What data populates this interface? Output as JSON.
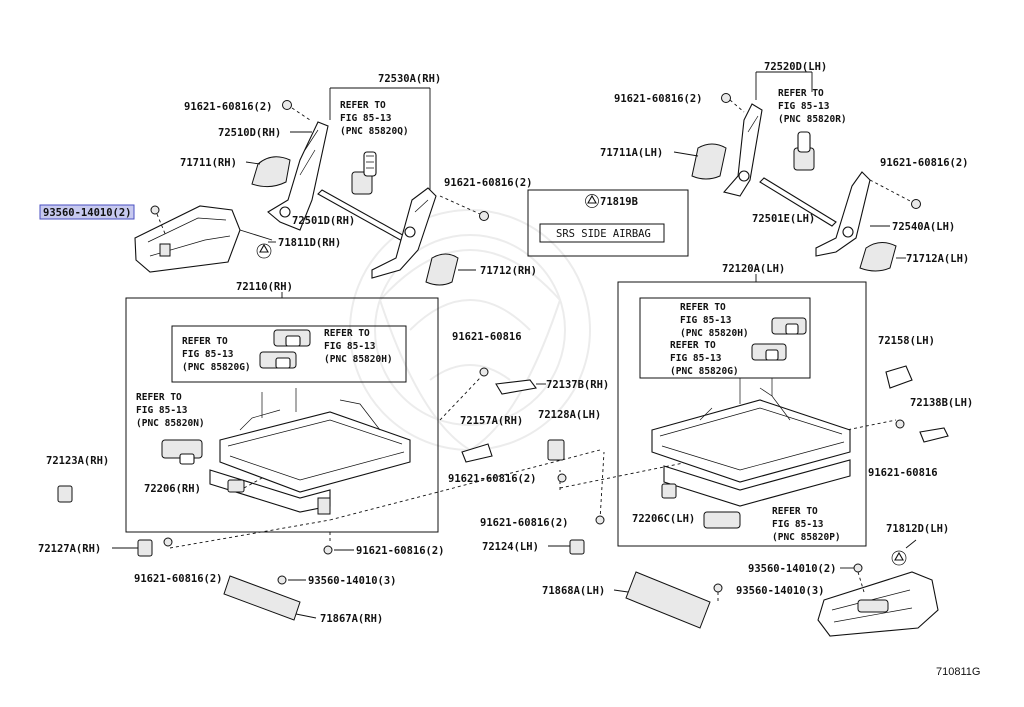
{
  "figure_code": "710811G",
  "airbag_label": "SRS SIDE AIRBAG",
  "parts": {
    "p72530A": "72530A(RH)",
    "p72520D": "72520D(LH)",
    "p91621_tl": "91621-60816(2)",
    "p91621_tr": "91621-60816(2)",
    "p72510D": "72510D(RH)",
    "p71711": "71711(RH)",
    "p93560_sel": "93560-14010(2)",
    "p72501D": "72501D(RH)",
    "p71811D": "71811D(RH)",
    "p91621_mid": "91621-60816(2)",
    "p71712": "71712(RH)",
    "p71711A": "71711A(LH)",
    "p71819B": "71819B",
    "p72501E": "72501E(LH)",
    "p91621_r": "91621-60816(2)",
    "p72540A": "72540A(LH)",
    "p71712A": "71712A(LH)",
    "p72110": "72110(RH)",
    "p72120A": "72120A(LH)",
    "p91621_c": "91621-60816",
    "p72137B": "72137B(RH)",
    "p72158": "72158(LH)",
    "p72138B": "72138B(LH)",
    "p91621_r2": "91621-60816",
    "p72123A": "72123A(RH)",
    "p72157A": "72157A(RH)",
    "p72128A": "72128A(LH)",
    "p91621_c2": "91621-60816(2)",
    "p72206": "72206(RH)",
    "p72206C": "72206C(LH)",
    "p91621_c3": "91621-60816(2)",
    "p72127A": "72127A(RH)",
    "p91621_b1": "91621-60816(2)",
    "p72124": "72124(LH)",
    "p91621_bl": "91621-60816(2)",
    "p93560_b": "93560-14010(3)",
    "p71867A": "71867A(RH)",
    "p71868A": "71868A(LH)",
    "p93560_r2": "93560-14010(2)",
    "p93560_r3": "93560-14010(3)",
    "p71812D": "71812D(LH)"
  },
  "refer_notes": {
    "n1": {
      "a": "REFER TO",
      "b": "FIG 85-13",
      "c": "(PNC 85820Q)"
    },
    "n2": {
      "a": "REFER TO",
      "b": "FIG 85-13",
      "c": "(PNC 85820R)"
    },
    "n3": {
      "a": "REFER TO",
      "b": "FIG 85-13",
      "c": "(PNC 85820G)"
    },
    "n4": {
      "a": "REFER TO",
      "b": "FIG 85-13",
      "c": "(PNC 85820H)"
    },
    "n5": {
      "a": "REFER TO",
      "b": "FIG 85-13",
      "c": "(PNC 85820N)"
    },
    "n6": {
      "a": "REFER TO",
      "b": "FIG 85-13",
      "c": "(PNC 85820H)"
    },
    "n7": {
      "a": "REFER TO",
      "b": "FIG 85-13",
      "c": "(PNC 85820G)"
    },
    "n8": {
      "a": "REFER TO",
      "b": "FIG 85-13",
      "c": "(PNC 85820P)"
    }
  },
  "colors": {
    "highlight": "#c7c9ef",
    "highlight_border": "#4a4fc0",
    "ink": "#111111"
  }
}
